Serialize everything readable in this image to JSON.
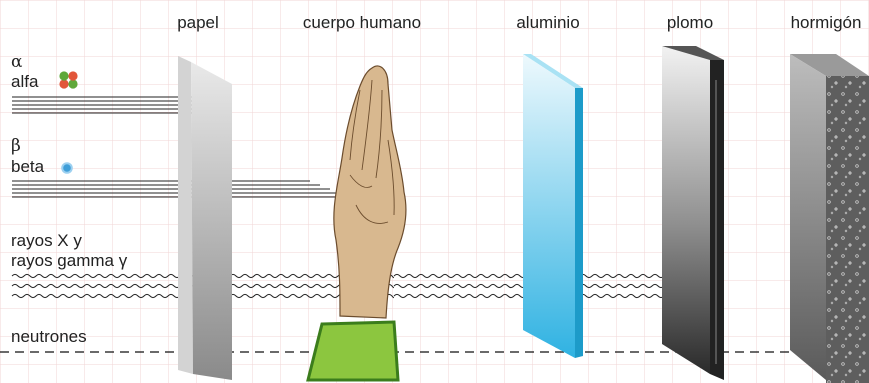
{
  "headers": {
    "paper": "papel",
    "body": "cuerpo humano",
    "aluminum": "aluminio",
    "lead": "plomo",
    "concrete": "hormigón"
  },
  "rows": {
    "alpha": {
      "symbol": "α",
      "label": "alfa",
      "particle_color": "#e2563a",
      "particle_color_2": "#5fa83a"
    },
    "beta": {
      "symbol": "β",
      "label": "beta",
      "particle_color": "#3f9ed8"
    },
    "gamma": {
      "line1": "rayos X y",
      "line2": "rayos gamma γ"
    },
    "neutrons": {
      "label": "neutrones"
    }
  },
  "colors": {
    "grid": "#f0d8d8",
    "aluminum": "#45bde6",
    "lead": "#3a3a3a",
    "concrete": "#6f6f6f",
    "sleeve": "#8cc63f",
    "hand": "#d8b88f"
  }
}
